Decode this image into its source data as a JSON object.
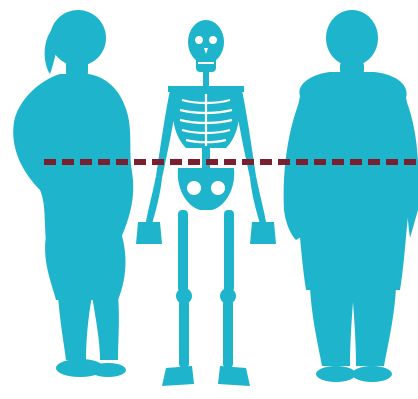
{
  "colors": {
    "background": "#ffffff",
    "silhouette": "#1db4cc",
    "bone_gap": "#ffffff",
    "waist_line": "#7a1f2f"
  },
  "figures": [
    {
      "name": "obese-woman-side-silhouette",
      "icon": "silhouette-side-profile-icon"
    },
    {
      "name": "skeleton-front",
      "icon": "skeleton-icon"
    },
    {
      "name": "obese-person-front-silhouette",
      "icon": "silhouette-front-icon"
    }
  ],
  "waist_line": {
    "style": "dashed",
    "meaning": "waist-level-reference"
  }
}
